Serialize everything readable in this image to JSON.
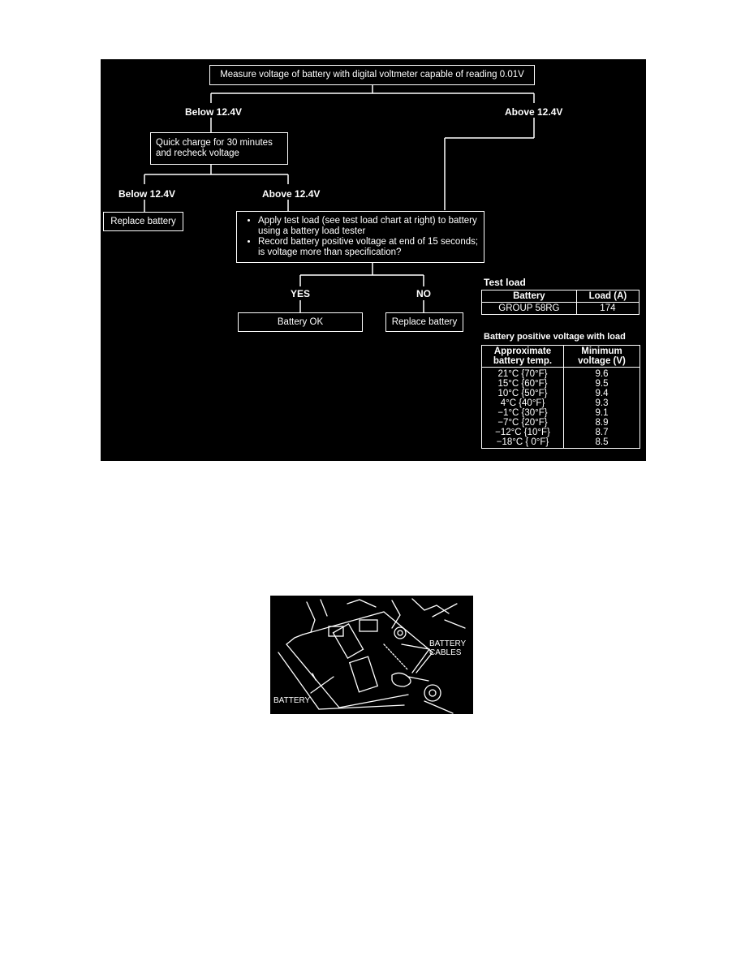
{
  "flowchart": {
    "start": "Measure voltage of battery with digital voltmeter capable of reading 0.01V",
    "branch_below": "Below 12.4V",
    "branch_above": "Above 12.4V",
    "quick_charge": [
      "Quick charge for 30 minutes",
      "and recheck voltage"
    ],
    "branch2_below": "Below 12.4V",
    "branch2_above": "Above 12.4V",
    "replace_battery_1": "Replace battery",
    "test_steps": [
      "Apply test load (see test load chart at right) to battery using a battery load tester",
      "Record battery positive voltage at end of 15 seconds; is voltage more than specification?"
    ],
    "yes": "YES",
    "no": "NO",
    "battery_ok": "Battery OK",
    "replace_battery_2": "Replace battery"
  },
  "test_load": {
    "title": "Test load",
    "headers": [
      "Battery",
      "Load (A)"
    ],
    "rows": [
      [
        "GROUP 58RG",
        "174"
      ]
    ]
  },
  "voltage_table": {
    "title": "Battery positive voltage with load",
    "headers": [
      [
        "Approximate",
        "battery temp."
      ],
      [
        "Minimum",
        "voltage (V)"
      ]
    ],
    "temps": [
      "21°C {70°F}",
      "15°C {60°F}",
      "10°C {50°F}",
      "4°C {40°F}",
      "−1°C {30°F}",
      "−7°C {20°F}",
      "−12°C {10°F}",
      "−18°C {  0°F}"
    ],
    "volts": [
      "9.6",
      "9.5",
      "9.4",
      "9.3",
      "9.1",
      "8.9",
      "8.7",
      "8.5"
    ]
  },
  "photo": {
    "label_cables": [
      "BATTERY",
      "CABLES"
    ],
    "label_battery": "BATTERY"
  }
}
